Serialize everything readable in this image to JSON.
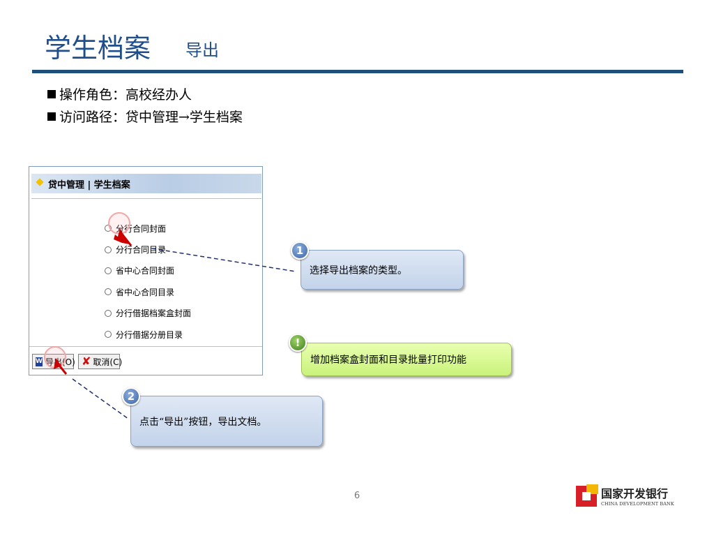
{
  "slide": {
    "title": "学生档案",
    "subtitle": "导出",
    "bullets": [
      "操作角色：高校经办人",
      "访问路径：贷中管理→学生档案"
    ],
    "page_number": "6"
  },
  "panel": {
    "breadcrumb": "贷中管理 | 学生档案",
    "options": [
      "分行合同封面",
      "分行合同目录",
      "省中心合同封面",
      "省中心合同目录",
      "分行借据档案盒封面",
      "分行借据分册目录"
    ],
    "export_button": "导出(O)",
    "cancel_button": "取消(C)"
  },
  "callouts": {
    "step1": {
      "badge": "1",
      "text": "选择导出档案的类型。"
    },
    "note": {
      "badge": "!",
      "text": "增加档案盒封面和目录批量打印功能"
    },
    "step2": {
      "badge": "2",
      "text": "点击“导出”按钮，导出文档。"
    }
  },
  "logo": {
    "cn": "国家开发银行",
    "en": "CHINA DEVELOPMENT BANK"
  },
  "colors": {
    "title": "#1f4e8c",
    "rule": "#1f4e79",
    "callout_blue": "#c3d3ea",
    "callout_green": "#c9f27a",
    "arrow": "#cc0000"
  }
}
